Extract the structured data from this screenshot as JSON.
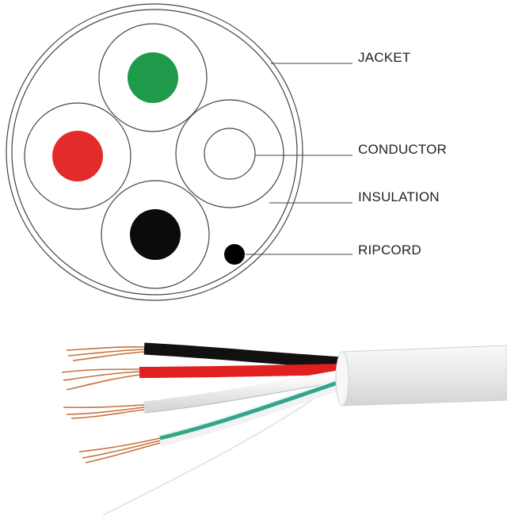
{
  "labels": {
    "jacket": "JACKET",
    "conductor": "CONDUCTOR",
    "insulation": "INSULATION",
    "ripcord": "RIPCORD"
  },
  "conductors": [
    {
      "name": "green",
      "color": "#1f9a4a"
    },
    {
      "name": "red",
      "color": "#e42b2b"
    },
    {
      "name": "white",
      "color": "#ffffff"
    },
    {
      "name": "black",
      "color": "#0b0b0b"
    }
  ],
  "colors": {
    "outline": "#444444",
    "copper": "#c8703a",
    "jacket_body": "#eeeeee",
    "stripe": "#2fa788"
  }
}
